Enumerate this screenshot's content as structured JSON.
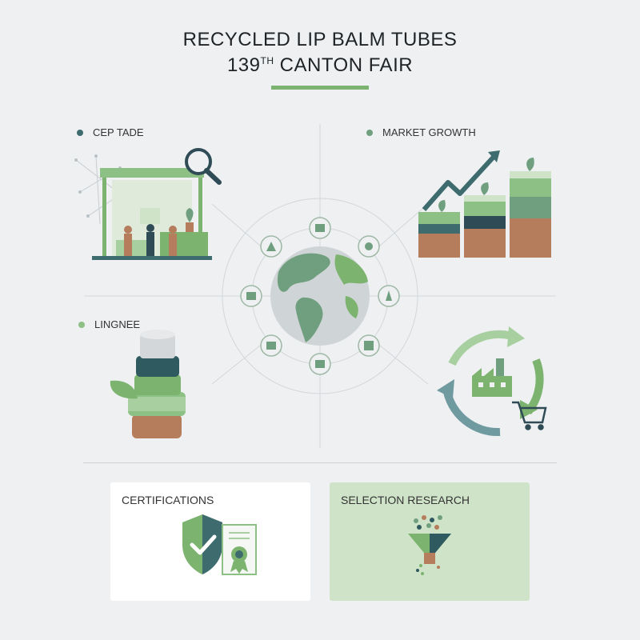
{
  "title": {
    "line1": "RECYCLED LIP BALM TUBES",
    "line2_prefix": "139",
    "line2_sup": "TH",
    "line2_suffix": " CANTON FAIR"
  },
  "sections": {
    "top_left": {
      "label": "CEP TADE",
      "dot_color": "#3e6b6e"
    },
    "top_right": {
      "label": "MARKET GROWTH",
      "dot_color": "#6f9f7e"
    },
    "middle_left": {
      "label": "LINGNEE",
      "dot_color": "#8cc084"
    }
  },
  "cards": {
    "certifications": {
      "title": "CERTIFICATIONS"
    },
    "selection": {
      "title": "SELECTION RESEARCH"
    }
  },
  "colors": {
    "accent_green": "#7bb36f",
    "dark_teal": "#2f5a5f",
    "brown": "#b57d5c",
    "light_green": "#cfe3c8"
  },
  "icons": [
    "magnifier-icon",
    "booth-icon",
    "growth-chart-icon",
    "globe-icon",
    "lip-balm-tube-icon",
    "recycle-factory-icon",
    "shopping-cart-icon",
    "shield-check-icon",
    "certificate-icon",
    "funnel-icon"
  ]
}
